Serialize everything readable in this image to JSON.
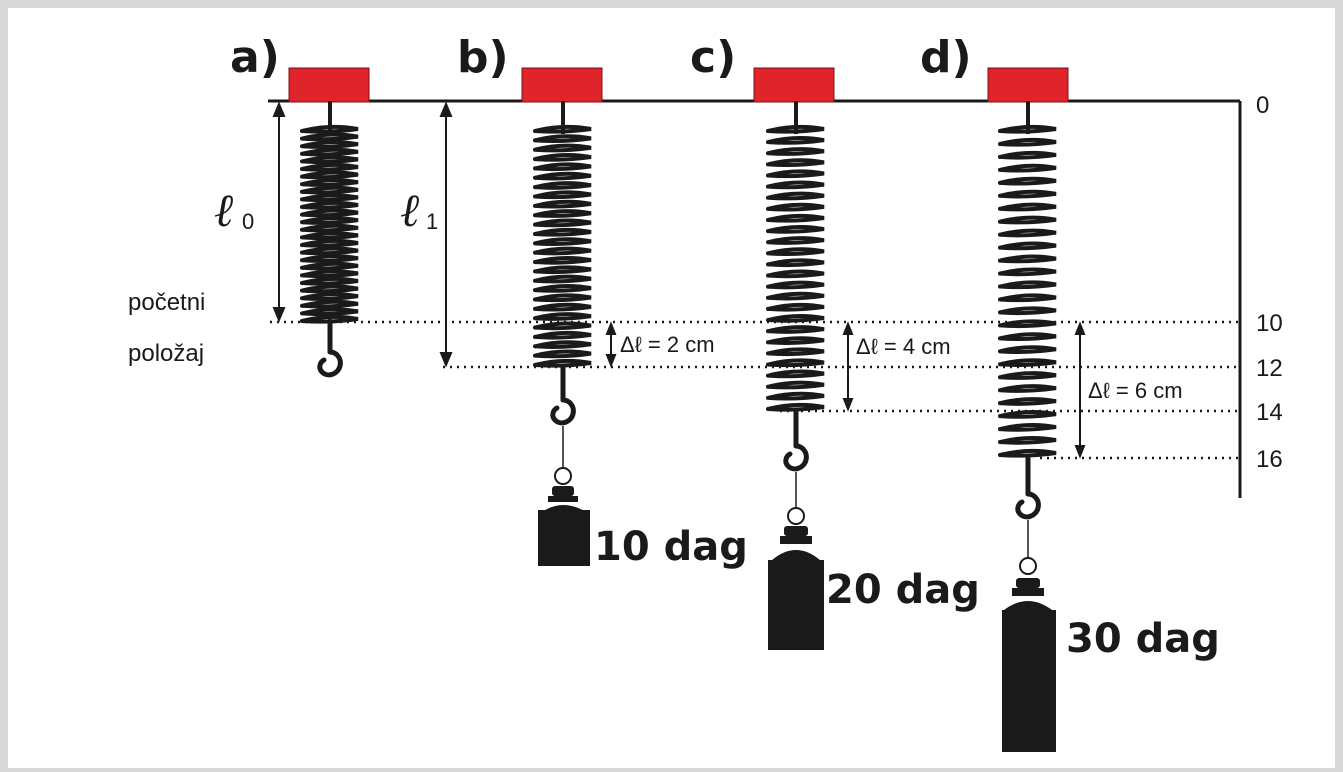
{
  "panels": [
    {
      "label": "a)",
      "mass": ""
    },
    {
      "label": "b)",
      "mass": "10 dag",
      "delta": "Δℓ = 2 cm"
    },
    {
      "label": "c)",
      "mass": "20 dag",
      "delta": "Δℓ = 4 cm"
    },
    {
      "label": "d)",
      "mass": "30 dag",
      "delta": "Δℓ = 6 cm"
    }
  ],
  "scale_ticks": [
    "0",
    "10",
    "12",
    "14",
    "16"
  ],
  "lengths": {
    "l0_symbol": "ℓ",
    "l0_sub": "0",
    "l1_symbol": "ℓ",
    "l1_sub": "1"
  },
  "initial_position": {
    "line1": "početni",
    "line2": "položaj"
  },
  "colors": {
    "support": "#e0242c",
    "ink": "#1a1a1a",
    "background": "#ffffff",
    "frame": "#d9d9d9"
  }
}
